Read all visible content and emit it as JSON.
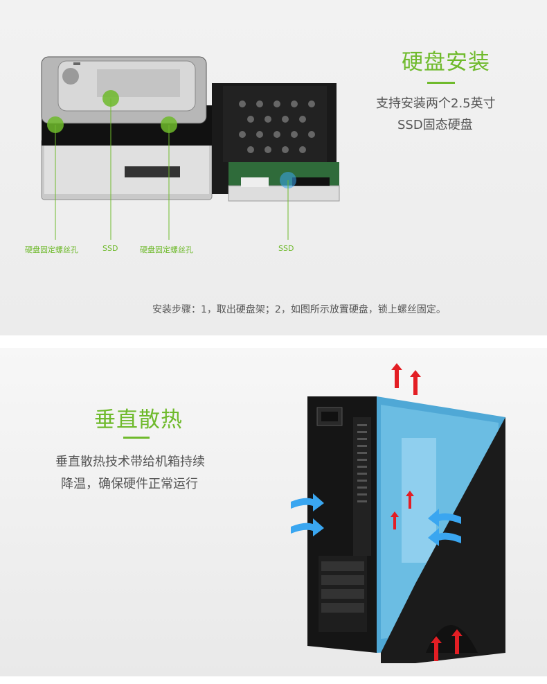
{
  "section1": {
    "title": "硬盘安装",
    "desc_line1": "支持安装两个2.5英寸",
    "desc_line2": "SSD固态硬盘",
    "labels": {
      "screw_hole_1": "硬盘固定螺丝孔",
      "ssd_1": "SSD",
      "screw_hole_2": "硬盘固定螺丝孔",
      "ssd_2": "SSD"
    },
    "steps": "安装步骤：1，取出硬盘架；2，如图所示放置硬盘，锁上螺丝固定。"
  },
  "section2": {
    "title": "垂直散热",
    "desc_line1": "垂直散热技术带给机箱持续",
    "desc_line2": "降温，确保硬件正常运行"
  },
  "colors": {
    "accent": "#6fba2c",
    "text": "#555555",
    "airflow_in": "#3aa6f0",
    "airflow_out": "#e31e24"
  }
}
